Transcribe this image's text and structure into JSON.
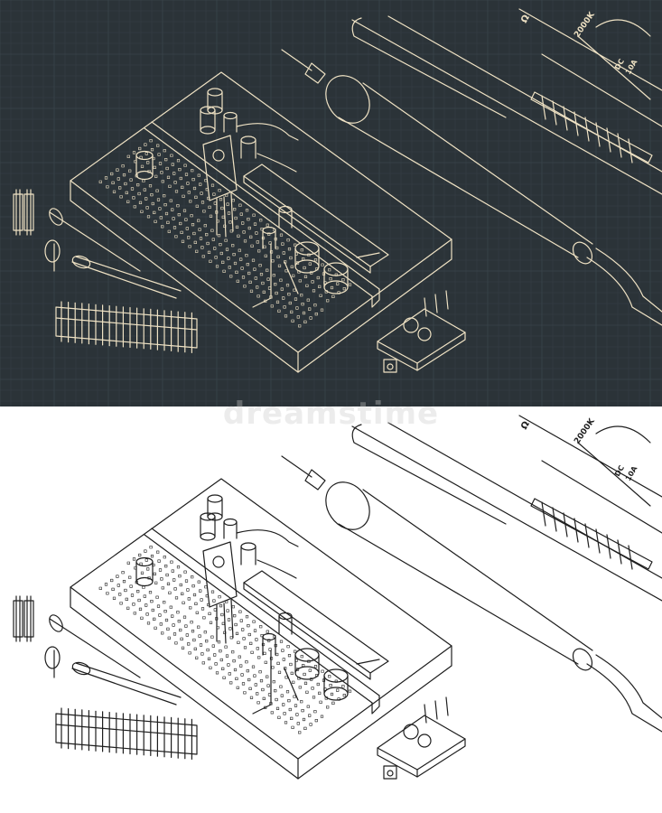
{
  "colors": {
    "blueprint_bg": "#2b3338",
    "blueprint_grid": "#3a454b",
    "blueprint_line": "#efe2c4",
    "light_bg": "#ffffff",
    "light_line": "#1e1e1e"
  },
  "meter": {
    "ohm_symbol": "Ω",
    "range_label": "2000K",
    "dc_label": "DC",
    "amp_label": "10A"
  },
  "watermark": {
    "text": "dreamstime"
  },
  "panels": [
    {
      "id": "blueprint"
    },
    {
      "id": "line-drawing"
    }
  ]
}
